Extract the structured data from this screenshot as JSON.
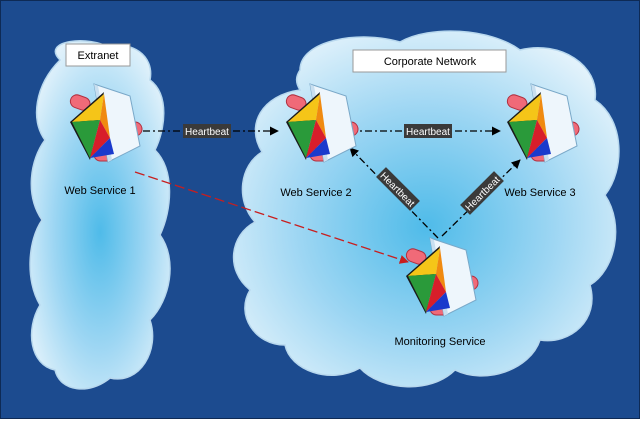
{
  "diagram": {
    "zones": {
      "extranet": {
        "label": "Extranet"
      },
      "corporate": {
        "label": "Corporate Network"
      }
    },
    "nodes": {
      "ws1": {
        "label": "Web Service 1"
      },
      "ws2": {
        "label": "Web Service 2"
      },
      "ws3": {
        "label": "Web Service 3"
      },
      "monitor": {
        "label": "Monitoring Service"
      }
    },
    "links": {
      "ws1_ws2": {
        "label": "Heartbeat"
      },
      "ws2_ws3": {
        "label": "Heartbeat"
      },
      "monitor_ws2": {
        "label": "Heartbeat"
      },
      "monitor_ws3": {
        "label": "Heartbeat"
      }
    },
    "colors": {
      "background": "#1c4b8f",
      "cloud_center": "#5cc4ee",
      "cloud_edge": "#d4ecf9",
      "heartbeat_line": "#000000",
      "alert_line": "#e02020",
      "label_bg": "#3a3a3a"
    }
  }
}
